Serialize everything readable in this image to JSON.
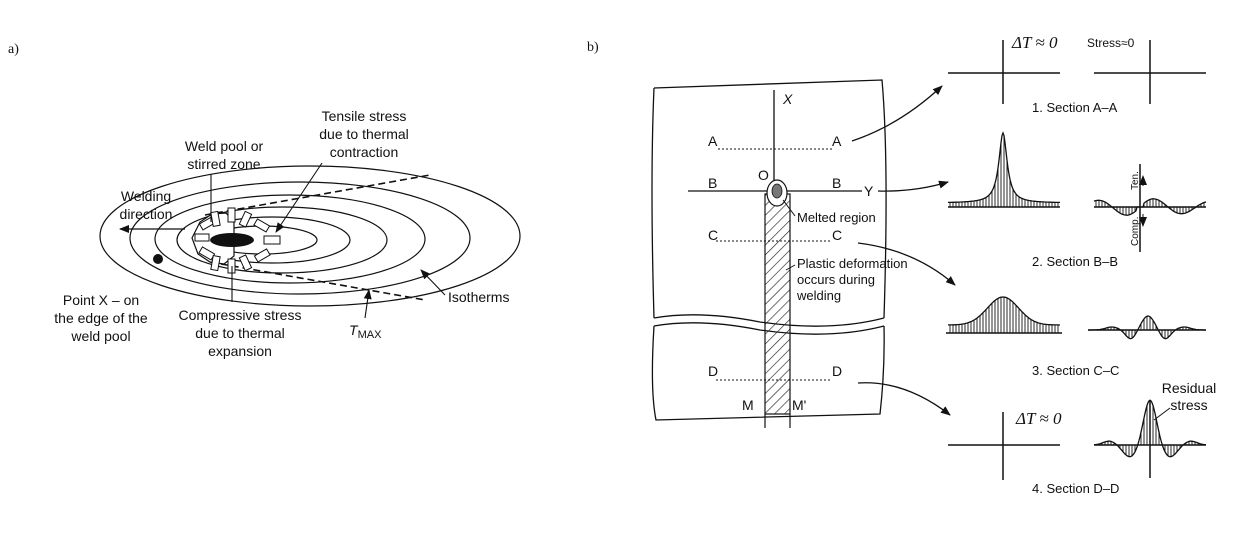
{
  "panel_a": {
    "tag": "a)",
    "welding_direction": [
      "Welding",
      "direction"
    ],
    "weld_pool": [
      "Weld pool or",
      "stirred zone"
    ],
    "tensile": [
      "Tensile stress",
      "due to thermal",
      "contraction"
    ],
    "point_x": [
      "Point X – on",
      "the edge of the",
      "weld pool"
    ],
    "compressive": [
      "Compressive stress",
      "due to thermal",
      "expansion"
    ],
    "tmax_main": "T",
    "tmax_sub": "MAX",
    "isotherms": "Isotherms"
  },
  "panel_b": {
    "tag": "b)",
    "axis_x": "X",
    "axis_y": "Y",
    "origin": "O",
    "labels": {
      "a_left": "A",
      "a_right": "A",
      "b_left": "B",
      "b_right": "B",
      "c_left": "C",
      "c_right": "C",
      "d_left": "D",
      "d_right": "D",
      "m_left": "M",
      "m_right": "M'"
    },
    "melted_region": "Melted region",
    "plastic": [
      "Plastic deformation",
      "occurs during",
      "welding"
    ],
    "delta_t_1": "ΔT ≈ 0",
    "stress_zero": "Stress≈0",
    "delta_t_4": "ΔT ≈ 0",
    "tension": "Ten.",
    "compression": "Comp.",
    "residual": [
      "Residual",
      "stress"
    ],
    "sections": [
      "1. Section A–A",
      "2. Section B–B",
      "3. Section C–C",
      "4. Section D–D"
    ]
  }
}
